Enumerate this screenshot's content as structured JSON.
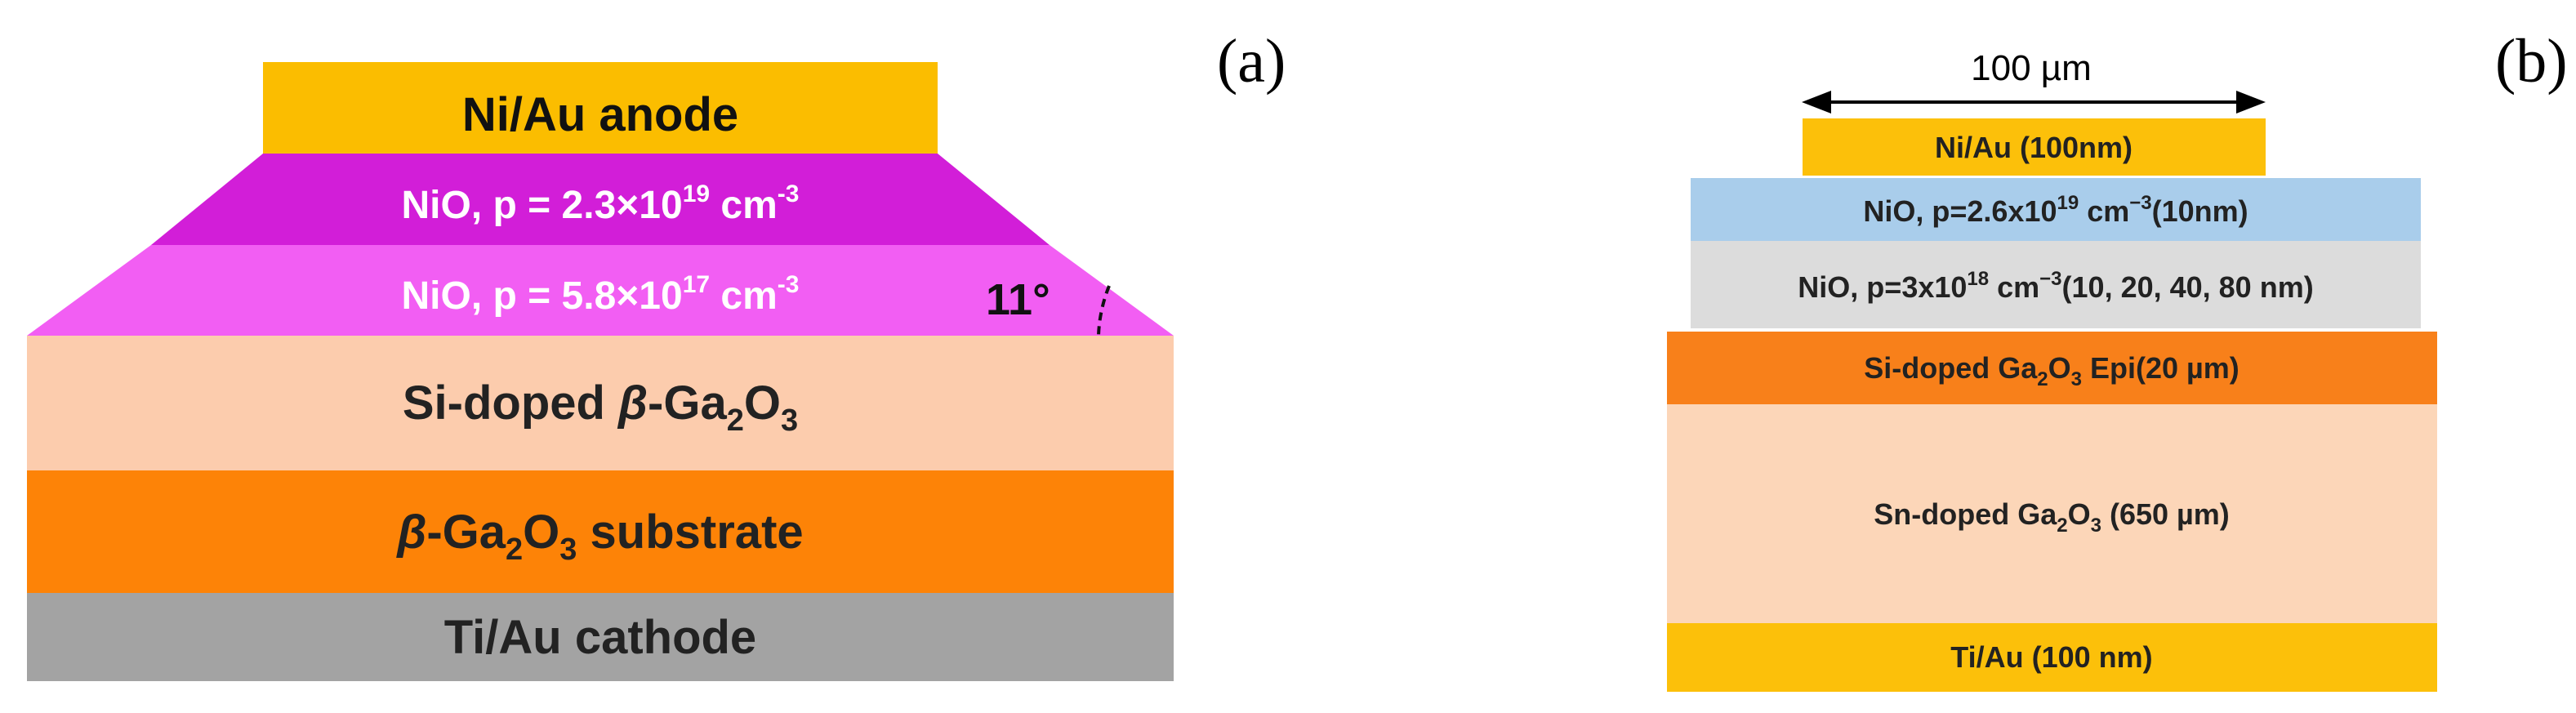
{
  "panel_a": {
    "label": "(a)",
    "layers": {
      "anode": {
        "text": "Ni/Au anode",
        "color": "#fbbd00"
      },
      "nio_top": {
        "base": "NiO, p = 2.3×10",
        "exp": "19",
        "unit": " cm",
        "unit_exp": "-3",
        "color": "#d21ed8"
      },
      "nio_bottom": {
        "base": "NiO, p = 5.8×10",
        "exp": "17",
        "unit": " cm",
        "unit_exp": "-3",
        "color": "#f25ef3"
      },
      "angle": "11°",
      "epi": {
        "pre": "Si-doped ",
        "beta": "β",
        "mid": "-Ga",
        "sub1": "2",
        "o": "O",
        "sub2": "3",
        "color": "#fcccad"
      },
      "substrate": {
        "beta": "β",
        "mid": "-Ga",
        "sub1": "2",
        "o": "O",
        "sub2": "3",
        "post": " substrate",
        "color": "#fd8307"
      },
      "cathode": {
        "text": "Ti/Au cathode",
        "color": "#a3a3a3"
      }
    }
  },
  "panel_b": {
    "label": "(b)",
    "dimension": "100 µm",
    "layers": {
      "contact": {
        "text": "Ni/Au (100nm)",
        "color": "#fcc00a"
      },
      "nio_high": {
        "base": "NiO, p=2.6x10",
        "exp": "19",
        "unit": " cm",
        "unit_exp": "−3",
        "post": "(10nm)",
        "color": "#a9cdeb"
      },
      "nio_low": {
        "base": "NiO, p=3x10",
        "exp": "18",
        "unit": " cm",
        "unit_exp": "−3",
        "post": "(10, 20, 40, 80 nm)",
        "color": "#dcdcdc"
      },
      "epi": {
        "pre": "Si-doped Ga",
        "sub1": "2",
        "o": "O",
        "sub2": "3",
        "post": " Epi(20 µm)",
        "color": "#f8801a"
      },
      "substrate": {
        "pre": "Sn-doped Ga",
        "sub1": "2",
        "o": "O",
        "sub2": "3",
        "post": " (650 µm)",
        "color": "#fcd6b8"
      },
      "back_contact": {
        "text": "Ti/Au (100 nm)",
        "color": "#fcc00a"
      }
    }
  }
}
